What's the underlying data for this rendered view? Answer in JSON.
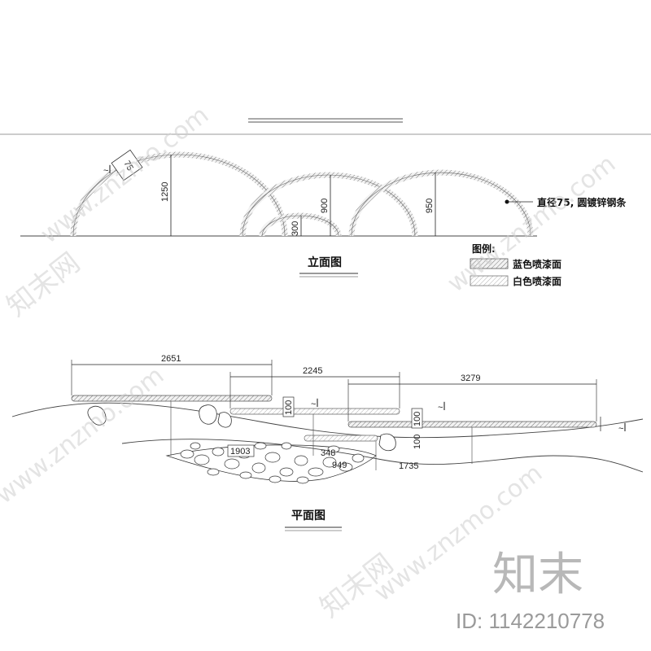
{
  "elevation": {
    "title": "立面图",
    "dims": {
      "d1250": "1250",
      "d900": "900",
      "d950": "950",
      "d300": "300",
      "d75": "75"
    },
    "callout": "直径75, 圆镀锌钢条"
  },
  "legend": {
    "title": "图例:",
    "items": [
      {
        "label": "蓝色喷漆面"
      },
      {
        "label": "白色喷漆面"
      }
    ]
  },
  "plan": {
    "title": "平面图",
    "dims": {
      "d2651": "2651",
      "d2245": "2245",
      "d3279": "3279",
      "d100a": "100",
      "d100b": "100",
      "d100c": "100",
      "d1903": "1903",
      "d348": "348",
      "d949": "949",
      "d1735": "1735"
    }
  },
  "watermark": {
    "brand": "知末",
    "url": "www.znzmo.com",
    "site": "知末网",
    "id": "ID: 1142210778"
  }
}
